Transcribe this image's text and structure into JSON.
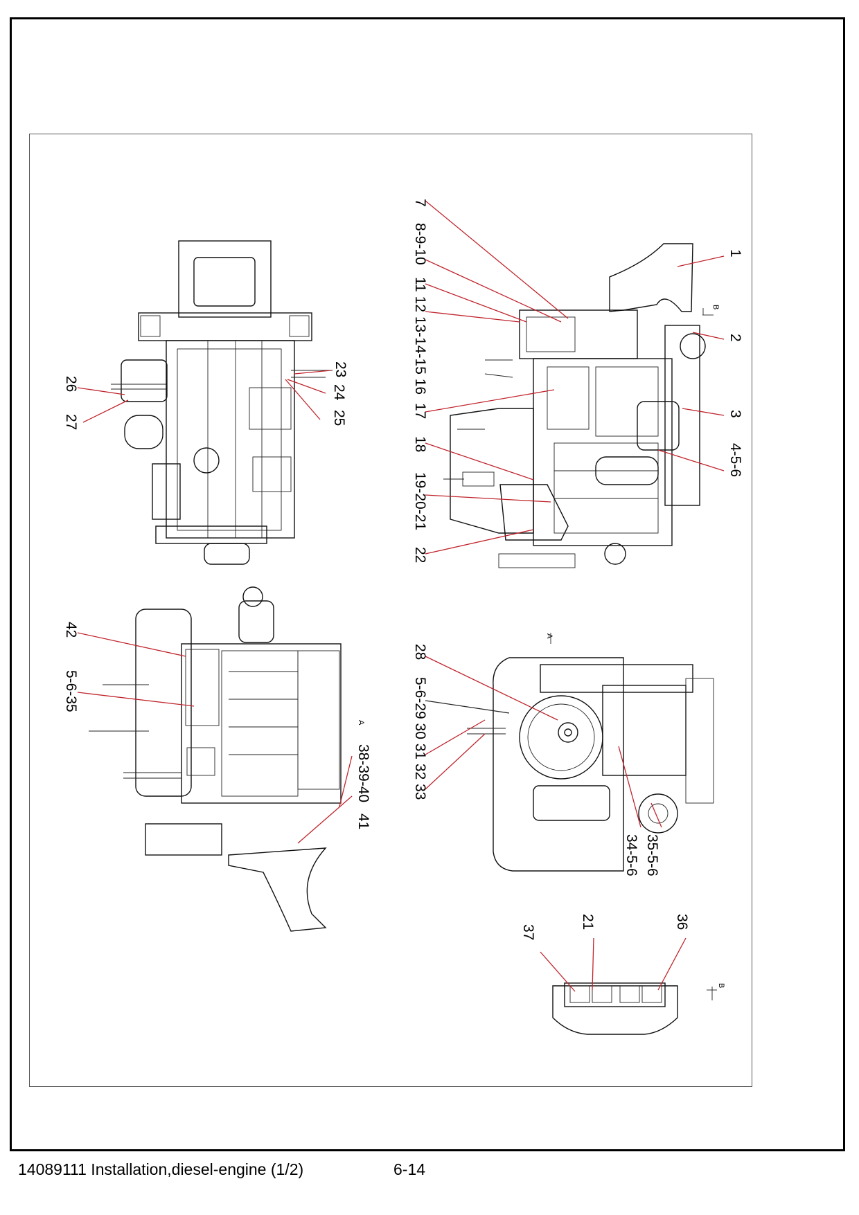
{
  "footer": {
    "caption": "14089111 Installation,diesel-engine (1/2)",
    "page": "6-14"
  },
  "views": {
    "top": {
      "callouts": [
        "23",
        "24",
        "25",
        "26",
        "27"
      ]
    },
    "side": {
      "callouts": [
        "7",
        "8-9-10",
        "11 12 13-14-15 16",
        "17",
        "18",
        "19-20-21",
        "22",
        "1",
        "2",
        "3",
        "4-5-6"
      ],
      "view_mark": "B"
    },
    "rear": {
      "callouts": [
        "42",
        "5-6-35",
        "38-39-40",
        "41"
      ],
      "view_mark": "A"
    },
    "front": {
      "callouts": [
        "28",
        "5-6-29 30 31 32 33",
        "34-5-6",
        "35-5-6"
      ],
      "view_mark": "A"
    },
    "section": {
      "callouts": [
        "37",
        "21",
        "36"
      ],
      "view_mark": "B"
    }
  }
}
